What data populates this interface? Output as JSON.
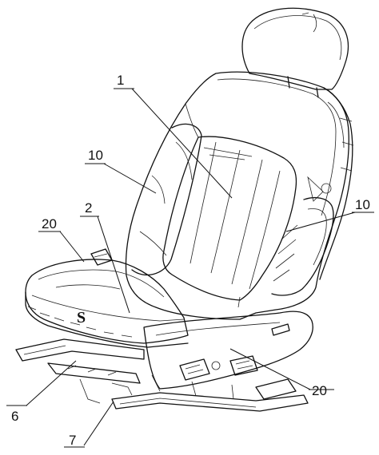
{
  "figure": {
    "background": "#ffffff",
    "stroke": "#111111",
    "seat_mark": "S"
  },
  "labels": [
    {
      "id": "label-1-backrest",
      "text": "1"
    },
    {
      "id": "label-10-left",
      "text": "10"
    },
    {
      "id": "label-10-right",
      "text": "10"
    },
    {
      "id": "label-2",
      "text": "2"
    },
    {
      "id": "label-20-left",
      "text": "20"
    },
    {
      "id": "label-20-right",
      "text": "20"
    },
    {
      "id": "label-6",
      "text": "6"
    },
    {
      "id": "label-7",
      "text": "7"
    }
  ]
}
